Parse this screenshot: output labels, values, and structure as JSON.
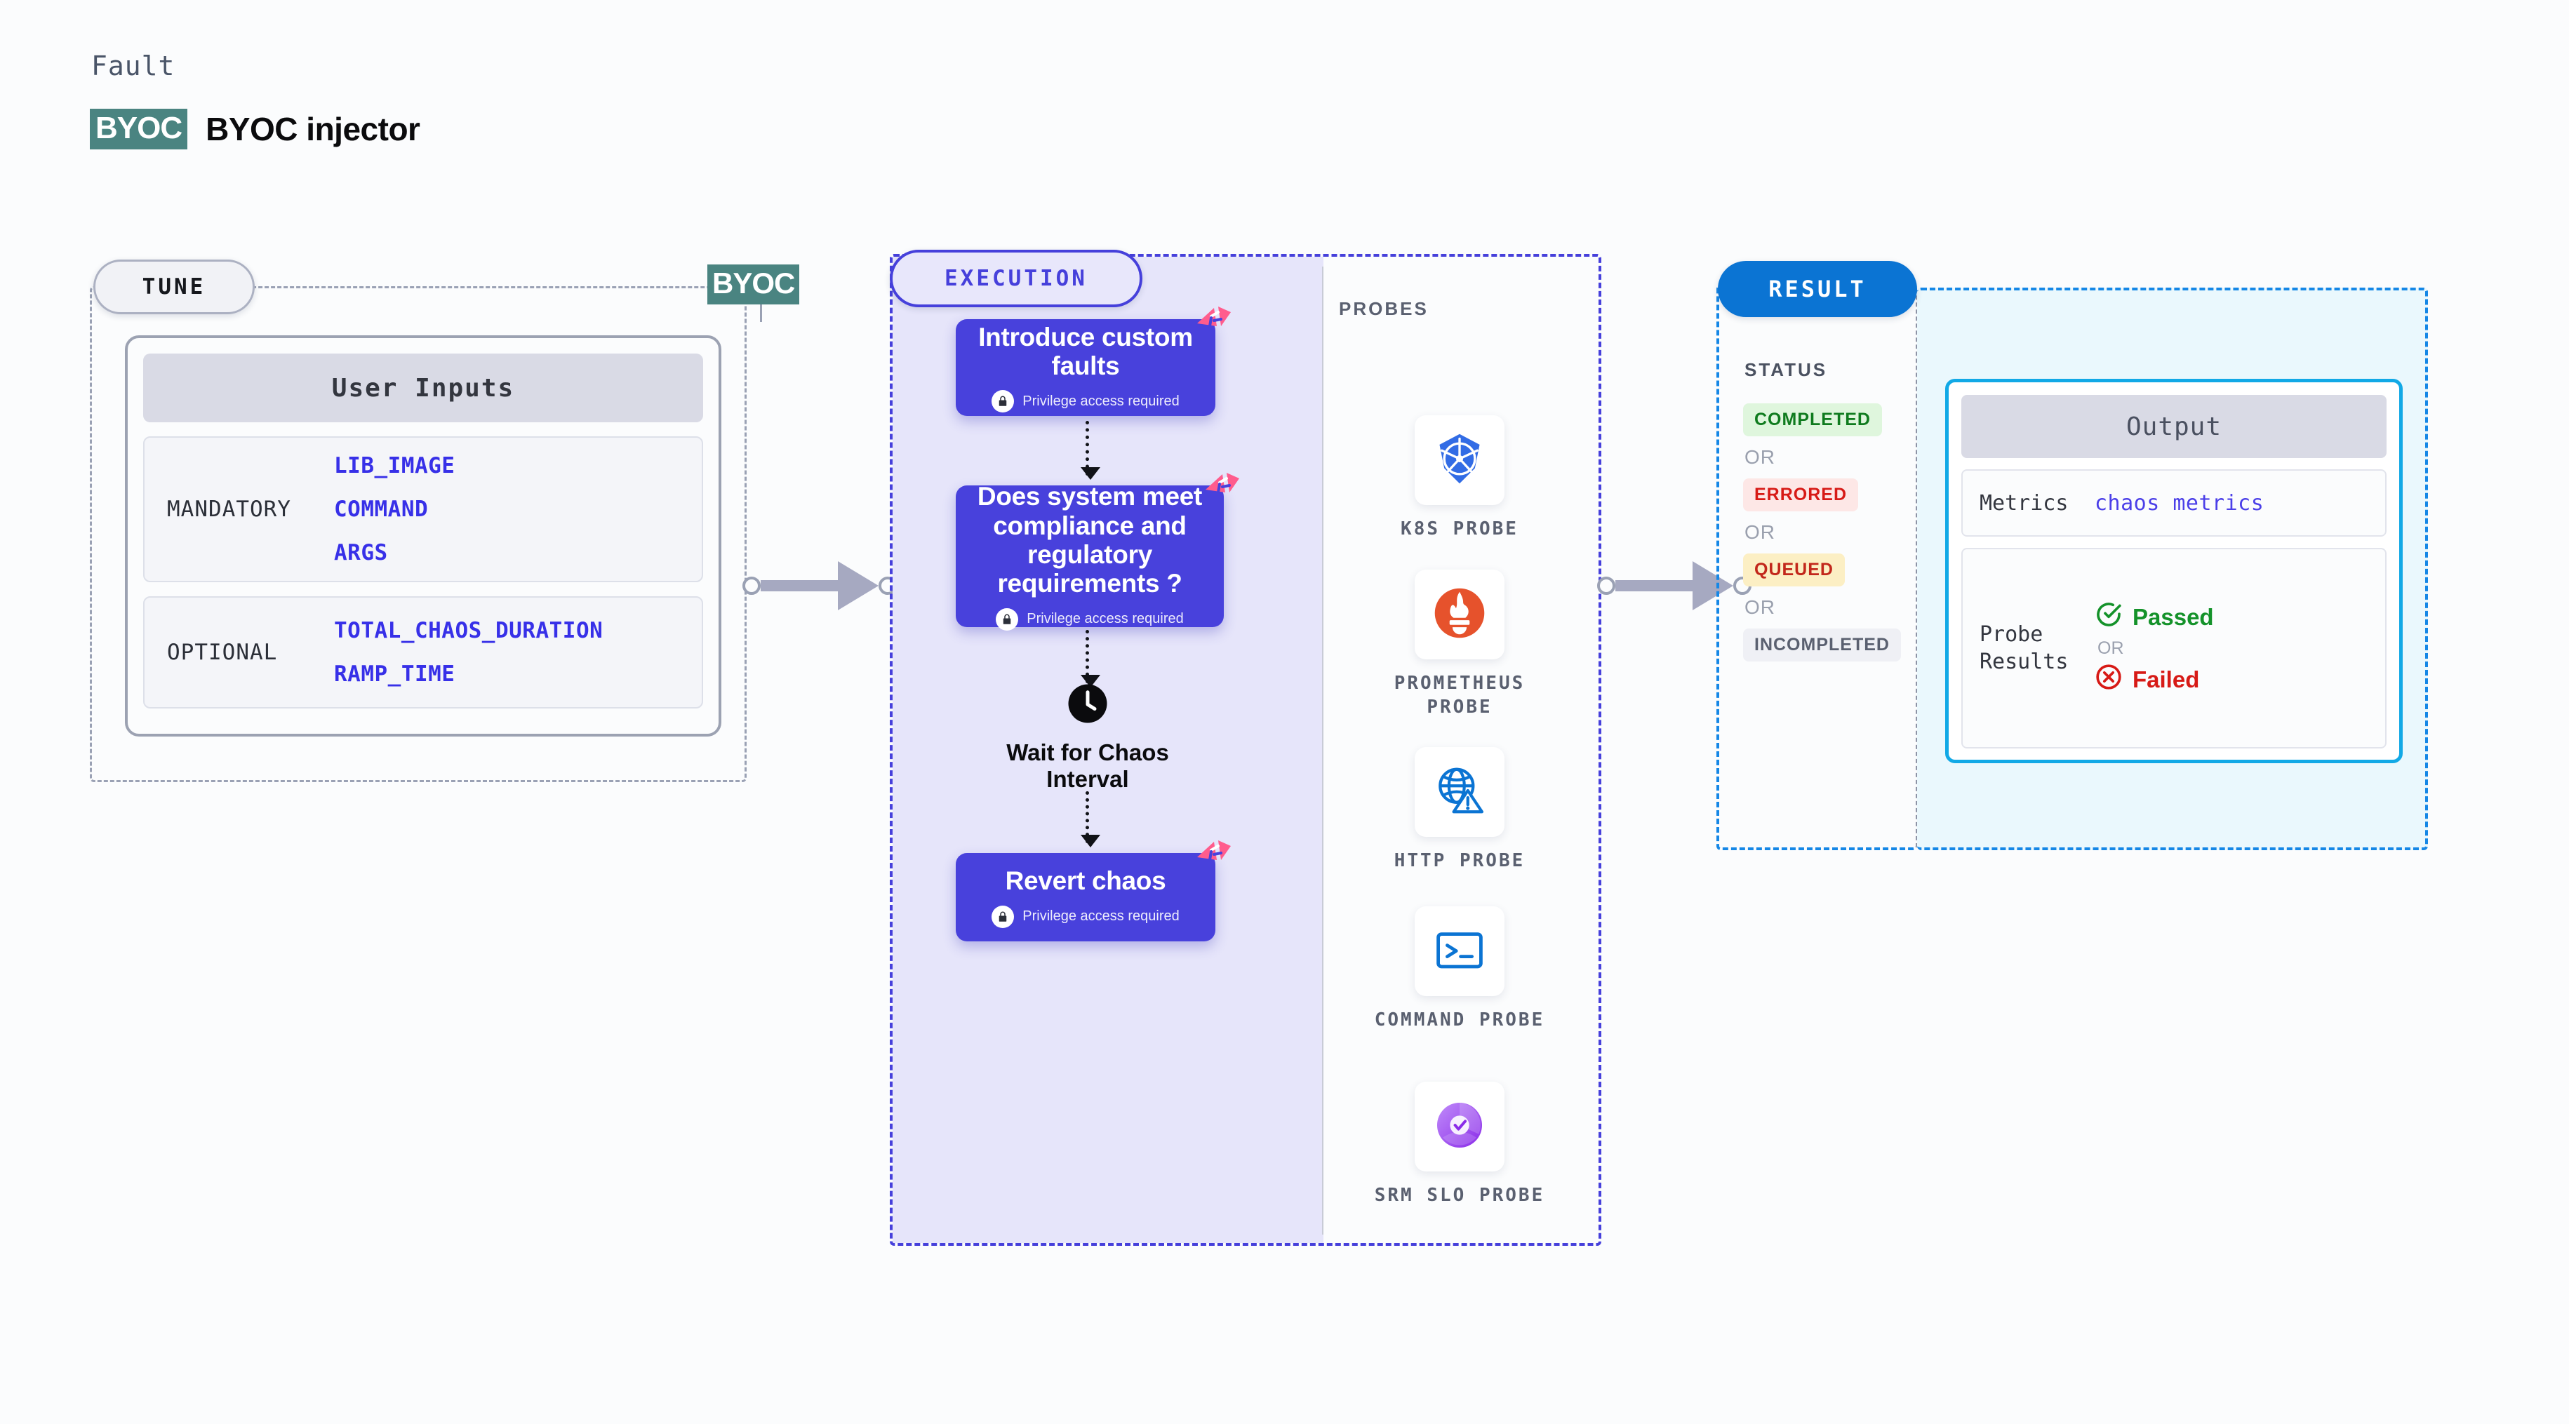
{
  "header": {
    "eyebrow": "Fault",
    "badge": "BYOC",
    "title": "BYOC injector"
  },
  "tune": {
    "pill_label": "TUNE",
    "boundary_badge": "BYOC",
    "card_title": "User Inputs",
    "groups": [
      {
        "key": "MANDATORY",
        "values": [
          "LIB_IMAGE",
          "COMMAND",
          "ARGS"
        ]
      },
      {
        "key": "OPTIONAL",
        "values": [
          "TOTAL_CHAOS_DURATION",
          "RAMP_TIME"
        ]
      }
    ]
  },
  "execution": {
    "pill_label": "EXECUTION",
    "privilege_note": "Privilege access required",
    "nodes": [
      {
        "title": "Introduce custom faults",
        "privileged": true
      },
      {
        "title": "Does system meet compliance and regulatory requirements ?",
        "privileged": true
      },
      {
        "title": "Revert chaos",
        "privileged": true
      }
    ],
    "wait_step": {
      "label": "Wait for Chaos Interval",
      "icon": "clock-icon"
    }
  },
  "probes": {
    "title": "PROBES",
    "items": [
      {
        "label": "K8S PROBE",
        "icon": "kubernetes-icon",
        "color": "#326CE5"
      },
      {
        "label": "PROMETHEUS PROBE",
        "icon": "prometheus-icon",
        "color": "#E6522C"
      },
      {
        "label": "HTTP PROBE",
        "icon": "globe-alert-icon",
        "color": "#0B74D3"
      },
      {
        "label": "COMMAND PROBE",
        "icon": "terminal-icon",
        "color": "#0B74D3"
      },
      {
        "label": "SRM SLO PROBE",
        "icon": "srm-slo-icon",
        "color": "#9B4DF5"
      }
    ]
  },
  "result": {
    "pill_label": "RESULT",
    "status_title": "STATUS",
    "or_label": "OR",
    "statuses": [
      {
        "label": "COMPLETED",
        "bg": "#DFF6DD",
        "fg": "#0F7B1E"
      },
      {
        "label": "ERRORED",
        "bg": "#FDE7E6",
        "fg": "#D71A16"
      },
      {
        "label": "QUEUED",
        "bg": "#FCEFC4",
        "fg": "#C2271B"
      },
      {
        "label": "INCOMPLETED",
        "bg": "#EFF0F5",
        "fg": "#5A6070"
      }
    ]
  },
  "output": {
    "title": "Output",
    "rows": [
      {
        "key": "Metrics",
        "value": "chaos metrics"
      },
      {
        "key": "Probe Results",
        "pass": "Passed",
        "or": "OR",
        "fail": "Failed"
      }
    ]
  },
  "colors": {
    "accent_blue": "#4841DC",
    "result_blue": "#0B74D3",
    "output_cyan": "#12A9E6",
    "byoc_teal": "#4A8481",
    "litmus_pink": "#FF5C8D"
  }
}
